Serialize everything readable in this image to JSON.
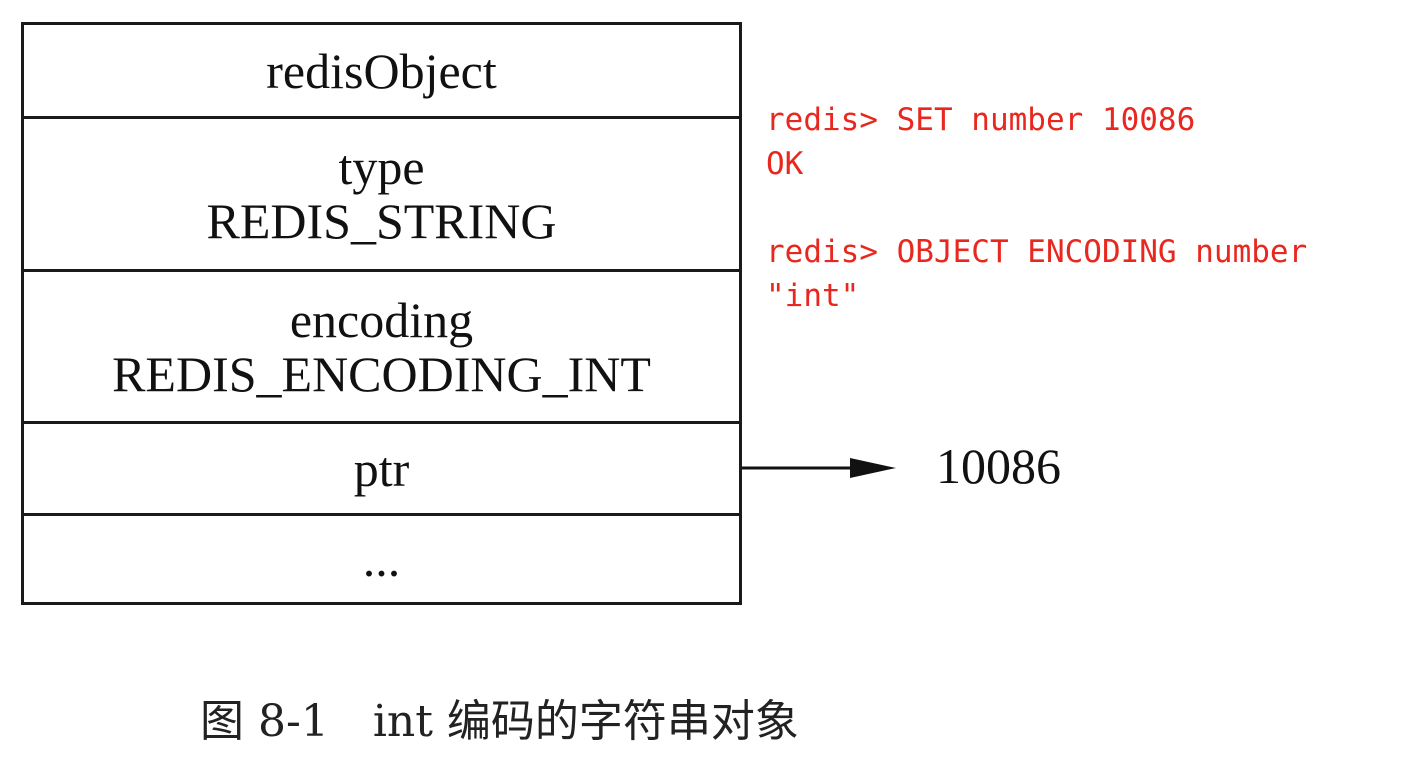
{
  "struct": {
    "header": "redisObject",
    "type": {
      "name": "type",
      "value": "REDIS_STRING"
    },
    "encoding": {
      "name": "encoding",
      "value": "REDIS_ENCODING_INT"
    },
    "ptr": {
      "name": "ptr"
    },
    "more": "..."
  },
  "pointee": {
    "value": "10086"
  },
  "console": {
    "lines": [
      "redis> SET number 10086",
      "OK",
      "",
      "redis> OBJECT ENCODING number",
      "\"int\""
    ],
    "text_color": "#e8281f"
  },
  "caption": "图 8-1　int 编码的字符串对象"
}
